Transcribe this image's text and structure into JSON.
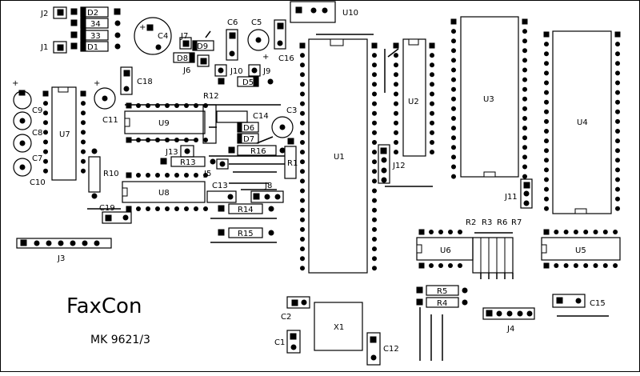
{
  "title": "FaxCon",
  "subtitle": "MK 9621/3",
  "ic": {
    "u1": "U1",
    "u2": "U2",
    "u3": "U3",
    "u4": "U4",
    "u5": "U5",
    "u6": "U6",
    "u7": "U7",
    "u8": "U8",
    "u9": "U9",
    "u10": "U10",
    "x1": "X1"
  },
  "jumpers": {
    "j1": "J1",
    "j2": "J2",
    "j3": "J3",
    "j4": "J4",
    "j5": "J5",
    "j6": "J6",
    "j7": "J7",
    "j8": "J8",
    "j9": "J9",
    "j10": "J10",
    "j11": "J11",
    "j12": "J12",
    "j13": "J13"
  },
  "diodes": {
    "d1": "D1",
    "d2": "D2",
    "d5": "D5",
    "d6": "D6",
    "d7": "D7",
    "d8": "D8",
    "d9": "D9",
    "d33": "33",
    "d34": "34"
  },
  "resistors": {
    "r1": "R1",
    "r2": "R2",
    "r3": "R3",
    "r4": "R4",
    "r5": "R5",
    "r6": "R6",
    "r7": "R7",
    "r10": "R10",
    "r12": "R12",
    "r13": "R13",
    "r14": "R14",
    "r15": "R15",
    "r16": "R16"
  },
  "capacitors": {
    "c1": "C1",
    "c2": "C2",
    "c3": "C3",
    "c4": "C4",
    "c5": "C5",
    "c6": "C6",
    "c7": "C7",
    "c8": "C8",
    "c9": "C9",
    "c10": "C10",
    "c11": "C11",
    "c12": "C12",
    "c13": "C13",
    "c14": "C14",
    "c15": "C15",
    "c16": "C16",
    "c18": "C18",
    "c19": "C19"
  },
  "plus": "+"
}
